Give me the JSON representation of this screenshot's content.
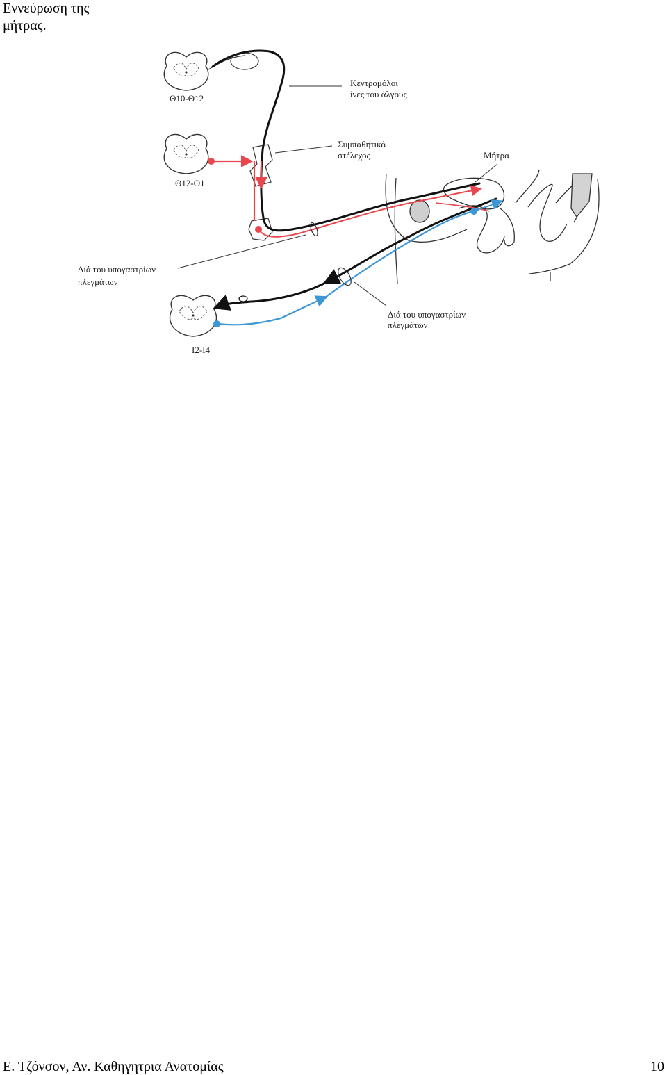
{
  "page": {
    "title_line1": "Εννεύρωση της",
    "title_line2": "μήτρας."
  },
  "figure": {
    "labels": {
      "t10_t12": "Θ10-Θ12",
      "t12_l1": "Θ12-Ο1",
      "s2_s4": "Ι2-Ι4",
      "afferent_line1": "Κεντρομόλοι",
      "afferent_line2": "ίνες του άλγους",
      "sympathetic_line1": "Συμπαθητικό",
      "sympathetic_line2": "στέλεχος",
      "uterus": "Μήτρα",
      "hypogastric_left_line1": "Διά του υπογαστρίων",
      "hypogastric_left_line2": "πλεγμάτων",
      "hypogastric_right_line1": "Διά του υπογαστρίων",
      "hypogastric_right_line2": "πλεγμάτων"
    },
    "colors": {
      "afferent": "#111111",
      "sympathetic": "#e8484d",
      "parasympathetic": "#3d96d6",
      "outline": "#333333",
      "shade": "#d0d0d0"
    }
  },
  "footer": {
    "left": "Ε. Τζόνσον, Αν. Καθηγητρια Ανατομίας",
    "page_number": "10"
  }
}
